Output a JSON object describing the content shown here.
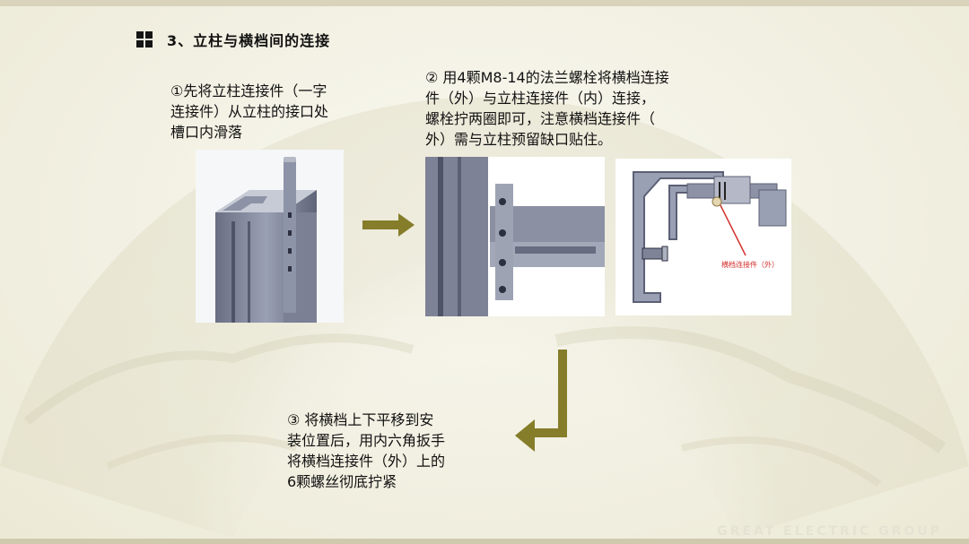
{
  "title": {
    "text": "3、立柱与横档间的连接",
    "icon": "four-square-bullet-icon"
  },
  "steps": [
    {
      "lines": [
        "①先将立柱连接件（一字",
        "连接件）从立柱的接口处",
        "槽口内滑落"
      ]
    },
    {
      "lines": [
        "② 用4颗M8-14的法兰螺栓将横档连接",
        "件（外）与立柱连接件（内）连接，",
        "螺栓拧两圈即可，注意横档连接件（",
        "外）需与立柱预留缺口贴住。"
      ]
    },
    {
      "lines": [
        "③  将横档上下平移到安",
        "装位置后，用内六角扳手",
        "将横档连接件（外）上的",
        "6颗螺丝彻底拧紧"
      ]
    }
  ],
  "callout": {
    "label": "横档连接件（外）",
    "color": "#d3302d"
  },
  "colors": {
    "arrow": "#857d2a",
    "text": "#111111"
  },
  "watermark": "GREAT ELECTRIC GROUP"
}
